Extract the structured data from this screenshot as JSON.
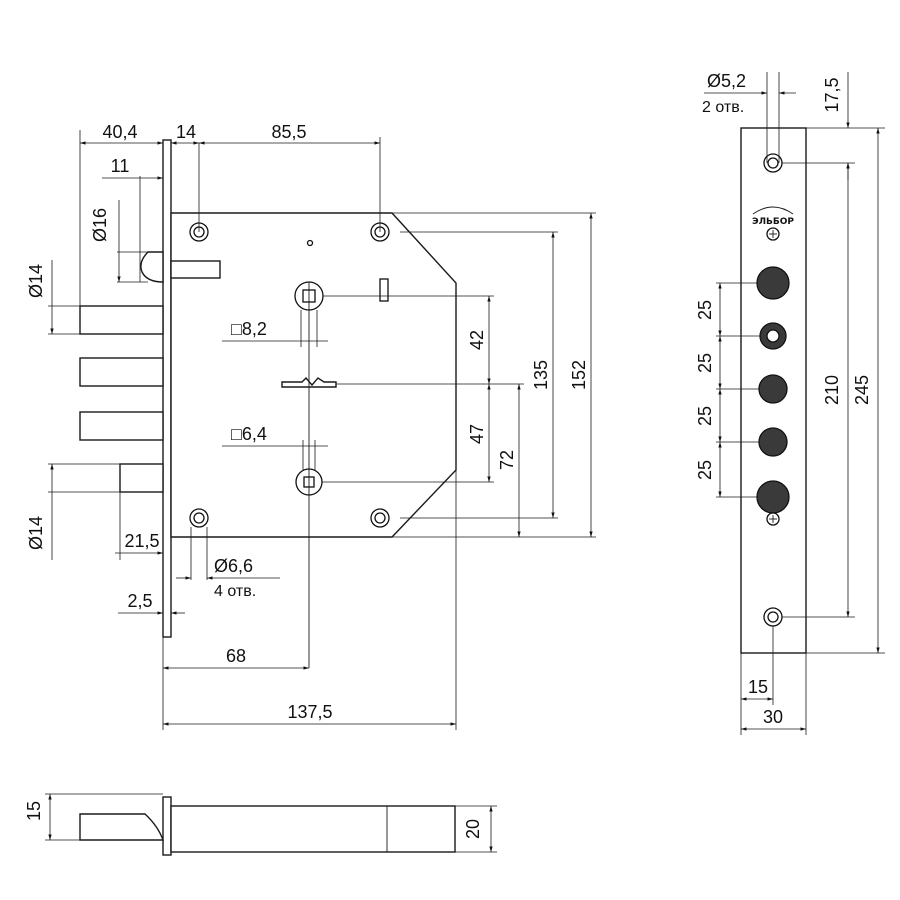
{
  "lock_front": {
    "dims": {
      "backset_total": "40,4",
      "faceplate_offset": "14",
      "hole_spacing_top": "85,5",
      "latch_offset": "11",
      "latch_diameter": "Ø16",
      "bolt_diameter_top": "Ø14",
      "bolt_diameter_bottom": "Ø14",
      "spindle_square_upper": "□8,2",
      "spindle_square_lower": "□6,4",
      "distance_42": "42",
      "distance_47": "47",
      "distance_72": "72",
      "height_135": "135",
      "height_152": "152",
      "bolt_throw": "21,5",
      "faceplate_thickness": "2,5",
      "mount_hole_diameter": "Ø6,6",
      "mount_hole_count": "4 отв.",
      "axis_to_face": "68",
      "body_width": "137,5"
    }
  },
  "faceplate": {
    "dims": {
      "screw_hole_diameter": "Ø5,2",
      "screw_hole_count": "2 отв.",
      "top_offset": "17,5",
      "bolt_pitch_1": "25",
      "bolt_pitch_2": "25",
      "bolt_pitch_3": "25",
      "bolt_pitch_4": "25",
      "hole_spacing": "210",
      "total_length": "245",
      "hole_edge_offset": "15",
      "plate_width": "30"
    },
    "logo_text": "ЭЛЬБОР"
  },
  "lock_side": {
    "dims": {
      "bolt_height": "15",
      "body_thickness": "20"
    }
  }
}
